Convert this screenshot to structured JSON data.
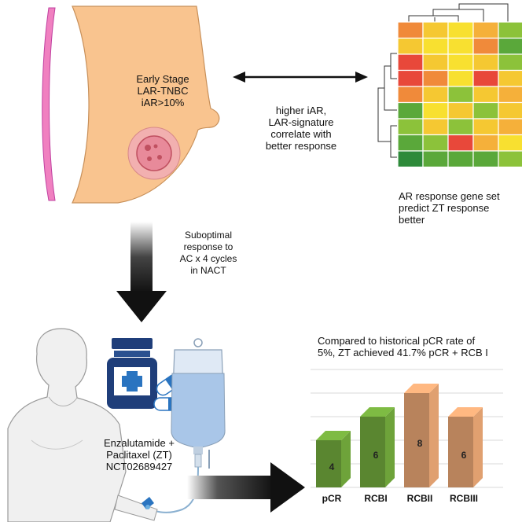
{
  "breast_label": {
    "line1": "Early Stage",
    "line2": "LAR-TNBC",
    "line3": "iAR>10%"
  },
  "correlation_label": {
    "line1": "higher iAR,",
    "line2": "LAR-signature",
    "line3": "correlate with",
    "line4": "better response"
  },
  "heatmap_caption": {
    "line1": "AR response gene set",
    "line2": "predict ZT response",
    "line3": "better"
  },
  "nact_label": {
    "line1": "Suboptimal",
    "line2": "response to",
    "line3": "AC x 4 cycles",
    "line4": "in NACT"
  },
  "treatment_label": {
    "line1": "Enzalutamide +",
    "line2": "Paclitaxel (ZT)",
    "line3": "NCT02689427"
  },
  "chart_caption": {
    "line1": "Compared to historical pCR rate of",
    "line2": "5%, ZT achieved 41.7% pCR + RCB I"
  },
  "chart_data": {
    "type": "bar",
    "categories": [
      "pCR",
      "RCBI",
      "RCBII",
      "RCBIII"
    ],
    "values": [
      4,
      6,
      8,
      6
    ],
    "colors": [
      "#6ea33a",
      "#6ea33a",
      "#e0a070",
      "#e0a070"
    ]
  },
  "heatmap_colors": [
    [
      "#f08a3a",
      "#f5c832",
      "#f8e030",
      "#f5b03a",
      "#8cc23a"
    ],
    [
      "#f5c832",
      "#f8e030",
      "#f8e030",
      "#f08a3a",
      "#5aa83a"
    ],
    [
      "#e8483a",
      "#f5c832",
      "#f8e030",
      "#f5c832",
      "#8cc23a"
    ],
    [
      "#e8483a",
      "#f08a3a",
      "#f8e030",
      "#e8483a",
      "#f5c832"
    ],
    [
      "#f08a3a",
      "#f5c832",
      "#8cc23a",
      "#f5c832",
      "#f5b03a"
    ],
    [
      "#5aa83a",
      "#f8e030",
      "#f5c832",
      "#8cc23a",
      "#f5c832"
    ],
    [
      "#8cc23a",
      "#f5c832",
      "#8cc23a",
      "#f5c832",
      "#f5b03a"
    ],
    [
      "#5aa83a",
      "#8cc23a",
      "#e8483a",
      "#f5b03a",
      "#f8e030"
    ],
    [
      "#2e8a3a",
      "#5aa83a",
      "#5aa83a",
      "#5aa83a",
      "#8cc23a"
    ]
  ]
}
